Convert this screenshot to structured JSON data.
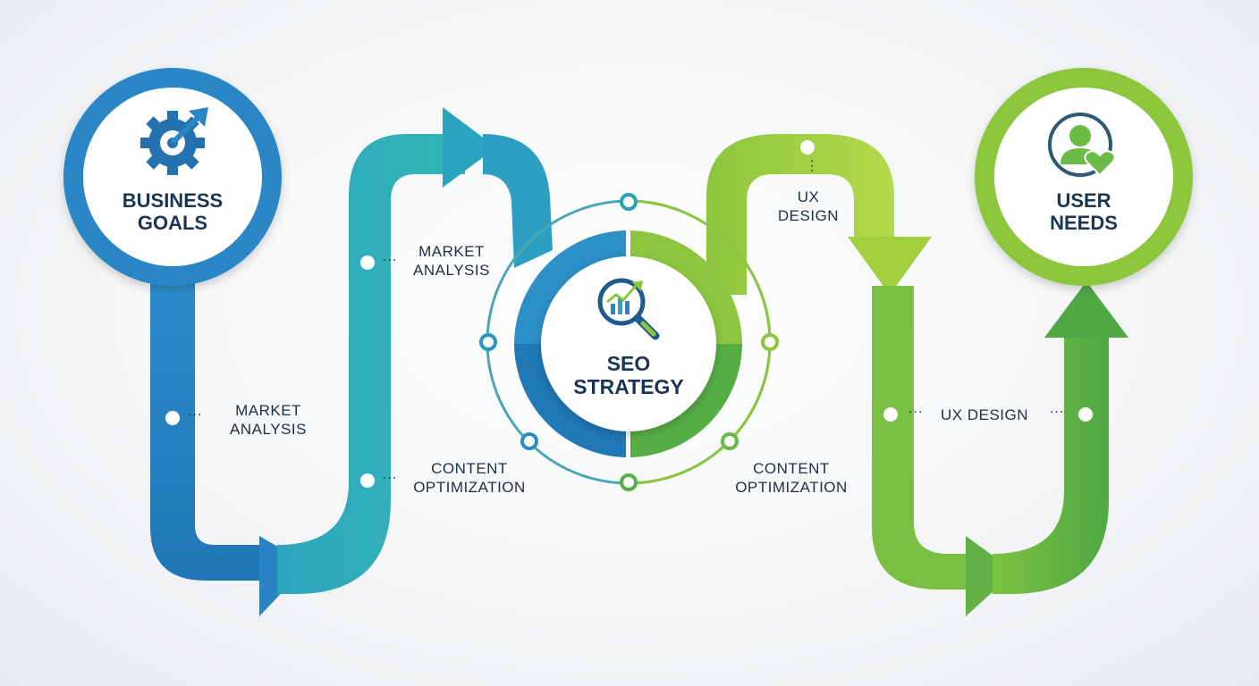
{
  "nodes": {
    "business_goals": {
      "line1": "BUSINESS",
      "line2": "GOALS",
      "icon": "gear-arrow-icon"
    },
    "seo_strategy": {
      "line1": "SEO",
      "line2": "STRATEGY",
      "icon": "magnifier-chart-icon"
    },
    "user_needs": {
      "line1": "USER",
      "line2": "NEEDS",
      "icon": "user-heart-icon"
    }
  },
  "steps": {
    "market_analysis_left": {
      "line1": "MARKET",
      "line2": "ANALYSIS"
    },
    "market_analysis_upper": {
      "line1": "MARKET",
      "line2": "ANALYSIS"
    },
    "content_opt_left": {
      "line1": "CONTENT",
      "line2": "OPTIMIZATION"
    },
    "content_opt_right": {
      "line1": "CONTENT",
      "line2": "OPTIMIZATION"
    },
    "ux_design_upper": {
      "line1": "UX",
      "line2": "DESIGN"
    },
    "ux_design_right": {
      "line1": "UX DESIGN"
    }
  },
  "colors": {
    "blue": "#2a86c4",
    "teal": "#2fb0b9",
    "light_green": "#9ccf3c",
    "green": "#5bb543",
    "dark_text": "#1b3653"
  }
}
